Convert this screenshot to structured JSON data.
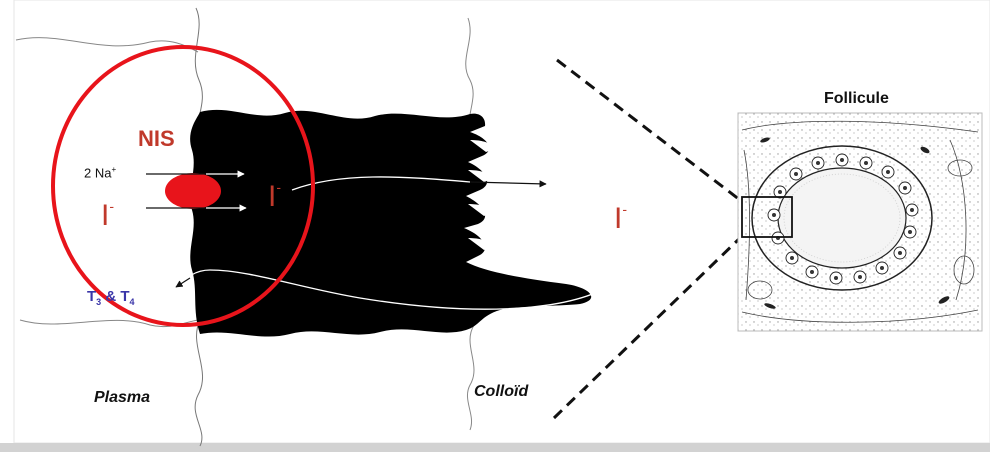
{
  "labels": {
    "nis": "NIS",
    "sodium": "2 Na",
    "sodium_charge": "+",
    "iodide": "I",
    "iodide_charge": "-",
    "hormones_t3": "T",
    "hormones_t3_sub": "3",
    "hormones_amp": " & T",
    "hormones_t4_sub": "4",
    "plasma": "Plasma",
    "colloid": "Colloïd",
    "follicule": "Follicule"
  },
  "colors": {
    "highlight_circle": "#e8141b",
    "nis_label": "#c0392b",
    "nis_transporter": "#e8141b",
    "iodide": "#c0392b",
    "hormones": "#3a35a8",
    "cell_body": "#000000",
    "bottom_bar": "#d2d2d2"
  }
}
